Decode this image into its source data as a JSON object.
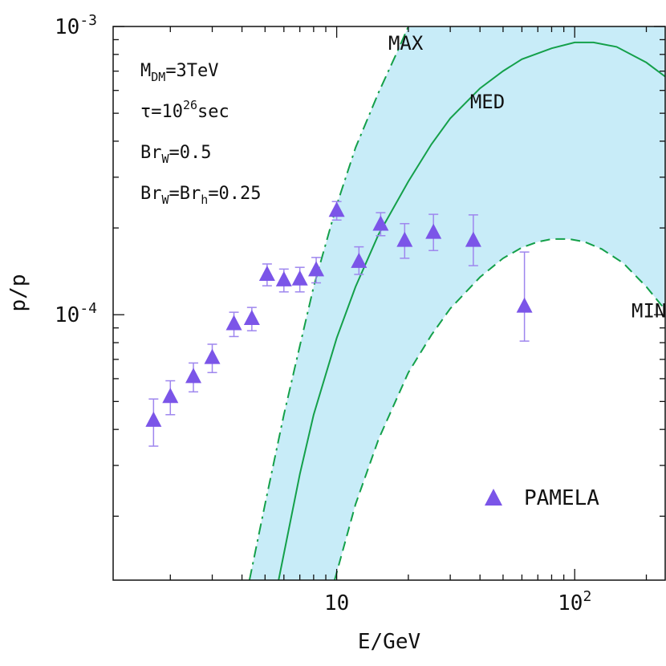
{
  "chart_data": {
    "type": "scatter",
    "x_scale": "log",
    "y_scale": "log",
    "xlim": [
      1.15,
      240
    ],
    "ylim": [
      1.2e-05,
      0.001
    ],
    "xlabel": "E/GeV",
    "ylabel": "p/p",
    "x_ticks": [
      {
        "value": 10,
        "label": "10"
      },
      {
        "value": 100,
        "label": "10",
        "exp": "2"
      }
    ],
    "y_ticks": [
      {
        "value": 0.0001,
        "label": "10",
        "exp": "-4"
      },
      {
        "value": 0.001,
        "label": "10",
        "exp": "-3"
      }
    ],
    "annotations": [
      {
        "text": "M",
        "sub": "DM",
        "rest": "=3TeV"
      },
      {
        "text": "τ=10",
        "sup": "26",
        "rest": "sec"
      },
      {
        "text": "Br",
        "sub": "W",
        "rest": "=0.5"
      },
      {
        "text": "Br",
        "sub": "W",
        "rest": "=Br",
        "sub2": "h",
        "rest2": "=0.25"
      }
    ],
    "band_color": "#c8ecf8",
    "curve_color": "#14a04a",
    "marker_color": "#7b55e8",
    "errorbar_color": "#9e86ee",
    "curves": [
      {
        "name": "MAX",
        "style": "dashdot",
        "x": [
          4.3,
          5,
          6,
          7,
          8,
          10,
          12,
          15,
          18,
          20
        ],
        "y": [
          1.2e-05,
          2.2e-05,
          4.5e-05,
          7.8e-05,
          0.000125,
          0.00024,
          0.00038,
          0.00059,
          0.00082,
          0.001
        ]
      },
      {
        "name": "MED",
        "style": "solid",
        "x": [
          5.7,
          7,
          8,
          10,
          12,
          15,
          20,
          25,
          30,
          40,
          50,
          60,
          80,
          100,
          120,
          150,
          200,
          240
        ],
        "y": [
          1.2e-05,
          2.8e-05,
          4.5e-05,
          8.3e-05,
          0.000125,
          0.00019,
          0.00029,
          0.00039,
          0.00048,
          0.00061,
          0.0007,
          0.00077,
          0.00084,
          0.00088,
          0.00088,
          0.00085,
          0.00075,
          0.00067
        ]
      },
      {
        "name": "MIN",
        "style": "dashed",
        "x": [
          9.8,
          12,
          15,
          20,
          25,
          30,
          40,
          50,
          60,
          70,
          80,
          95,
          110,
          130,
          160,
          200,
          240
        ],
        "y": [
          1.2e-05,
          2.2e-05,
          3.7e-05,
          6.3e-05,
          8.5e-05,
          0.000105,
          0.000135,
          0.000157,
          0.000171,
          0.000179,
          0.000183,
          0.000183,
          0.000179,
          0.000169,
          0.000151,
          0.000125,
          0.000104
        ]
      }
    ],
    "curve_labels": [
      {
        "text": "MAX",
        "x": 19.5,
        "y": 0.00083
      },
      {
        "text": "MED",
        "x": 43,
        "y": 0.00052
      },
      {
        "text": "MIN",
        "x": 205,
        "y": 9.8e-05
      }
    ],
    "series": [
      {
        "name": "PAMELA",
        "marker": "triangle",
        "points": [
          {
            "x": 1.7,
            "y": 4.3e-05,
            "lo": 3.5e-05,
            "hi": 5.1e-05
          },
          {
            "x": 2.0,
            "y": 5.2e-05,
            "lo": 4.5e-05,
            "hi": 5.9e-05
          },
          {
            "x": 2.5,
            "y": 6.1e-05,
            "lo": 5.4e-05,
            "hi": 6.8e-05
          },
          {
            "x": 3.0,
            "y": 7.1e-05,
            "lo": 6.3e-05,
            "hi": 7.9e-05
          },
          {
            "x": 3.7,
            "y": 9.3e-05,
            "lo": 8.4e-05,
            "hi": 0.000102
          },
          {
            "x": 4.4,
            "y": 9.7e-05,
            "lo": 8.8e-05,
            "hi": 0.000106
          },
          {
            "x": 5.1,
            "y": 0.000138,
            "lo": 0.000126,
            "hi": 0.00015
          },
          {
            "x": 6.0,
            "y": 0.000132,
            "lo": 0.00012,
            "hi": 0.000144
          },
          {
            "x": 7.0,
            "y": 0.000133,
            "lo": 0.00012,
            "hi": 0.000146
          },
          {
            "x": 8.2,
            "y": 0.000143,
            "lo": 0.000129,
            "hi": 0.000158
          },
          {
            "x": 10.0,
            "y": 0.00023,
            "lo": 0.000213,
            "hi": 0.000247
          },
          {
            "x": 12.4,
            "y": 0.000153,
            "lo": 0.000138,
            "hi": 0.000172
          },
          {
            "x": 15.3,
            "y": 0.000206,
            "lo": 0.000188,
            "hi": 0.000226
          },
          {
            "x": 19.3,
            "y": 0.000181,
            "lo": 0.000157,
            "hi": 0.000207
          },
          {
            "x": 25.5,
            "y": 0.000193,
            "lo": 0.000167,
            "hi": 0.000223
          },
          {
            "x": 37.5,
            "y": 0.000181,
            "lo": 0.000148,
            "hi": 0.000222
          },
          {
            "x": 61.5,
            "y": 0.000107,
            "lo": 8.1e-05,
            "hi": 0.000165
          }
        ]
      }
    ],
    "legend": {
      "label": "PAMELA",
      "placement": "bottom-right"
    }
  }
}
